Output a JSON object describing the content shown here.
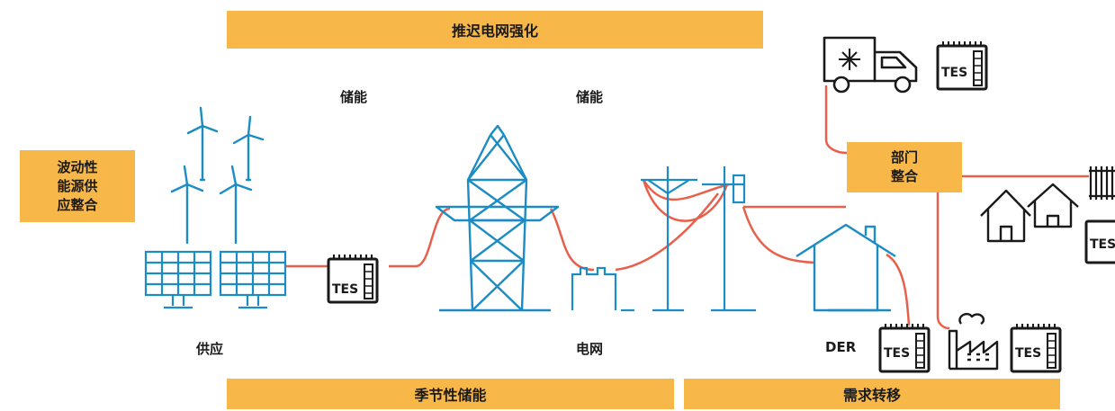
{
  "banners": {
    "top": "推迟电网强化",
    "bottom_left": "季节性储能",
    "bottom_right": "需求转移"
  },
  "labels": {
    "storage_1": "储能",
    "storage_2": "储能",
    "supply": "供应",
    "grid": "电网",
    "der": "DER"
  },
  "boxes": {
    "variable_integration": [
      "波动性",
      "能源供",
      "应整合"
    ],
    "sector_integration": [
      "部门",
      "整合"
    ]
  },
  "tes_label": "TES",
  "colors": {
    "banner": "#F7B749",
    "icon_blue": "#1B8CC4",
    "line_red": "#E8604C",
    "icon_dark": "#1a1a1a"
  }
}
